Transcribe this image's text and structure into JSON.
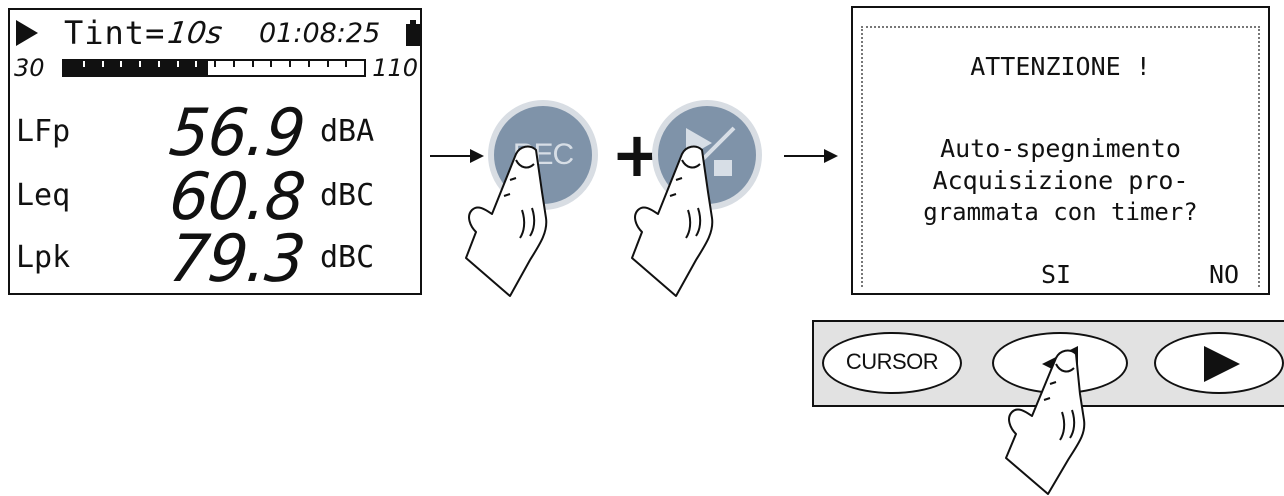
{
  "lcd_main": {
    "tint_label": "Tint=",
    "tint_value": "10s",
    "clock": "01:08:25",
    "scale_min": "30",
    "scale_max": "110",
    "bar_level": 0.48,
    "rows": [
      {
        "label": "LFp",
        "value": "56.9",
        "unit": "dBA"
      },
      {
        "label": "Leq",
        "value": "60.8",
        "unit": "dBC"
      },
      {
        "label": "Lpk",
        "value": "79.3",
        "unit": "dBC"
      }
    ]
  },
  "buttons": {
    "rec_label": "REC",
    "plus_sign": "+",
    "cursor_label": "CURSOR"
  },
  "dialog": {
    "title": "ATTENZIONE !",
    "line1": "Auto-spegnimento",
    "line2": "Acquisizione pro-",
    "line3": "grammata con timer?",
    "yes": "SI",
    "no": "NO"
  },
  "colors": {
    "button_fill": "#7f93a9",
    "button_ring": "#d8dde3",
    "strip_bg": "#e2e2e2"
  },
  "icons": [
    "play-indicator-icon",
    "battery-icon",
    "play-stop-icon",
    "left-arrow-icon",
    "right-arrow-icon",
    "hand-pointer-icon"
  ]
}
